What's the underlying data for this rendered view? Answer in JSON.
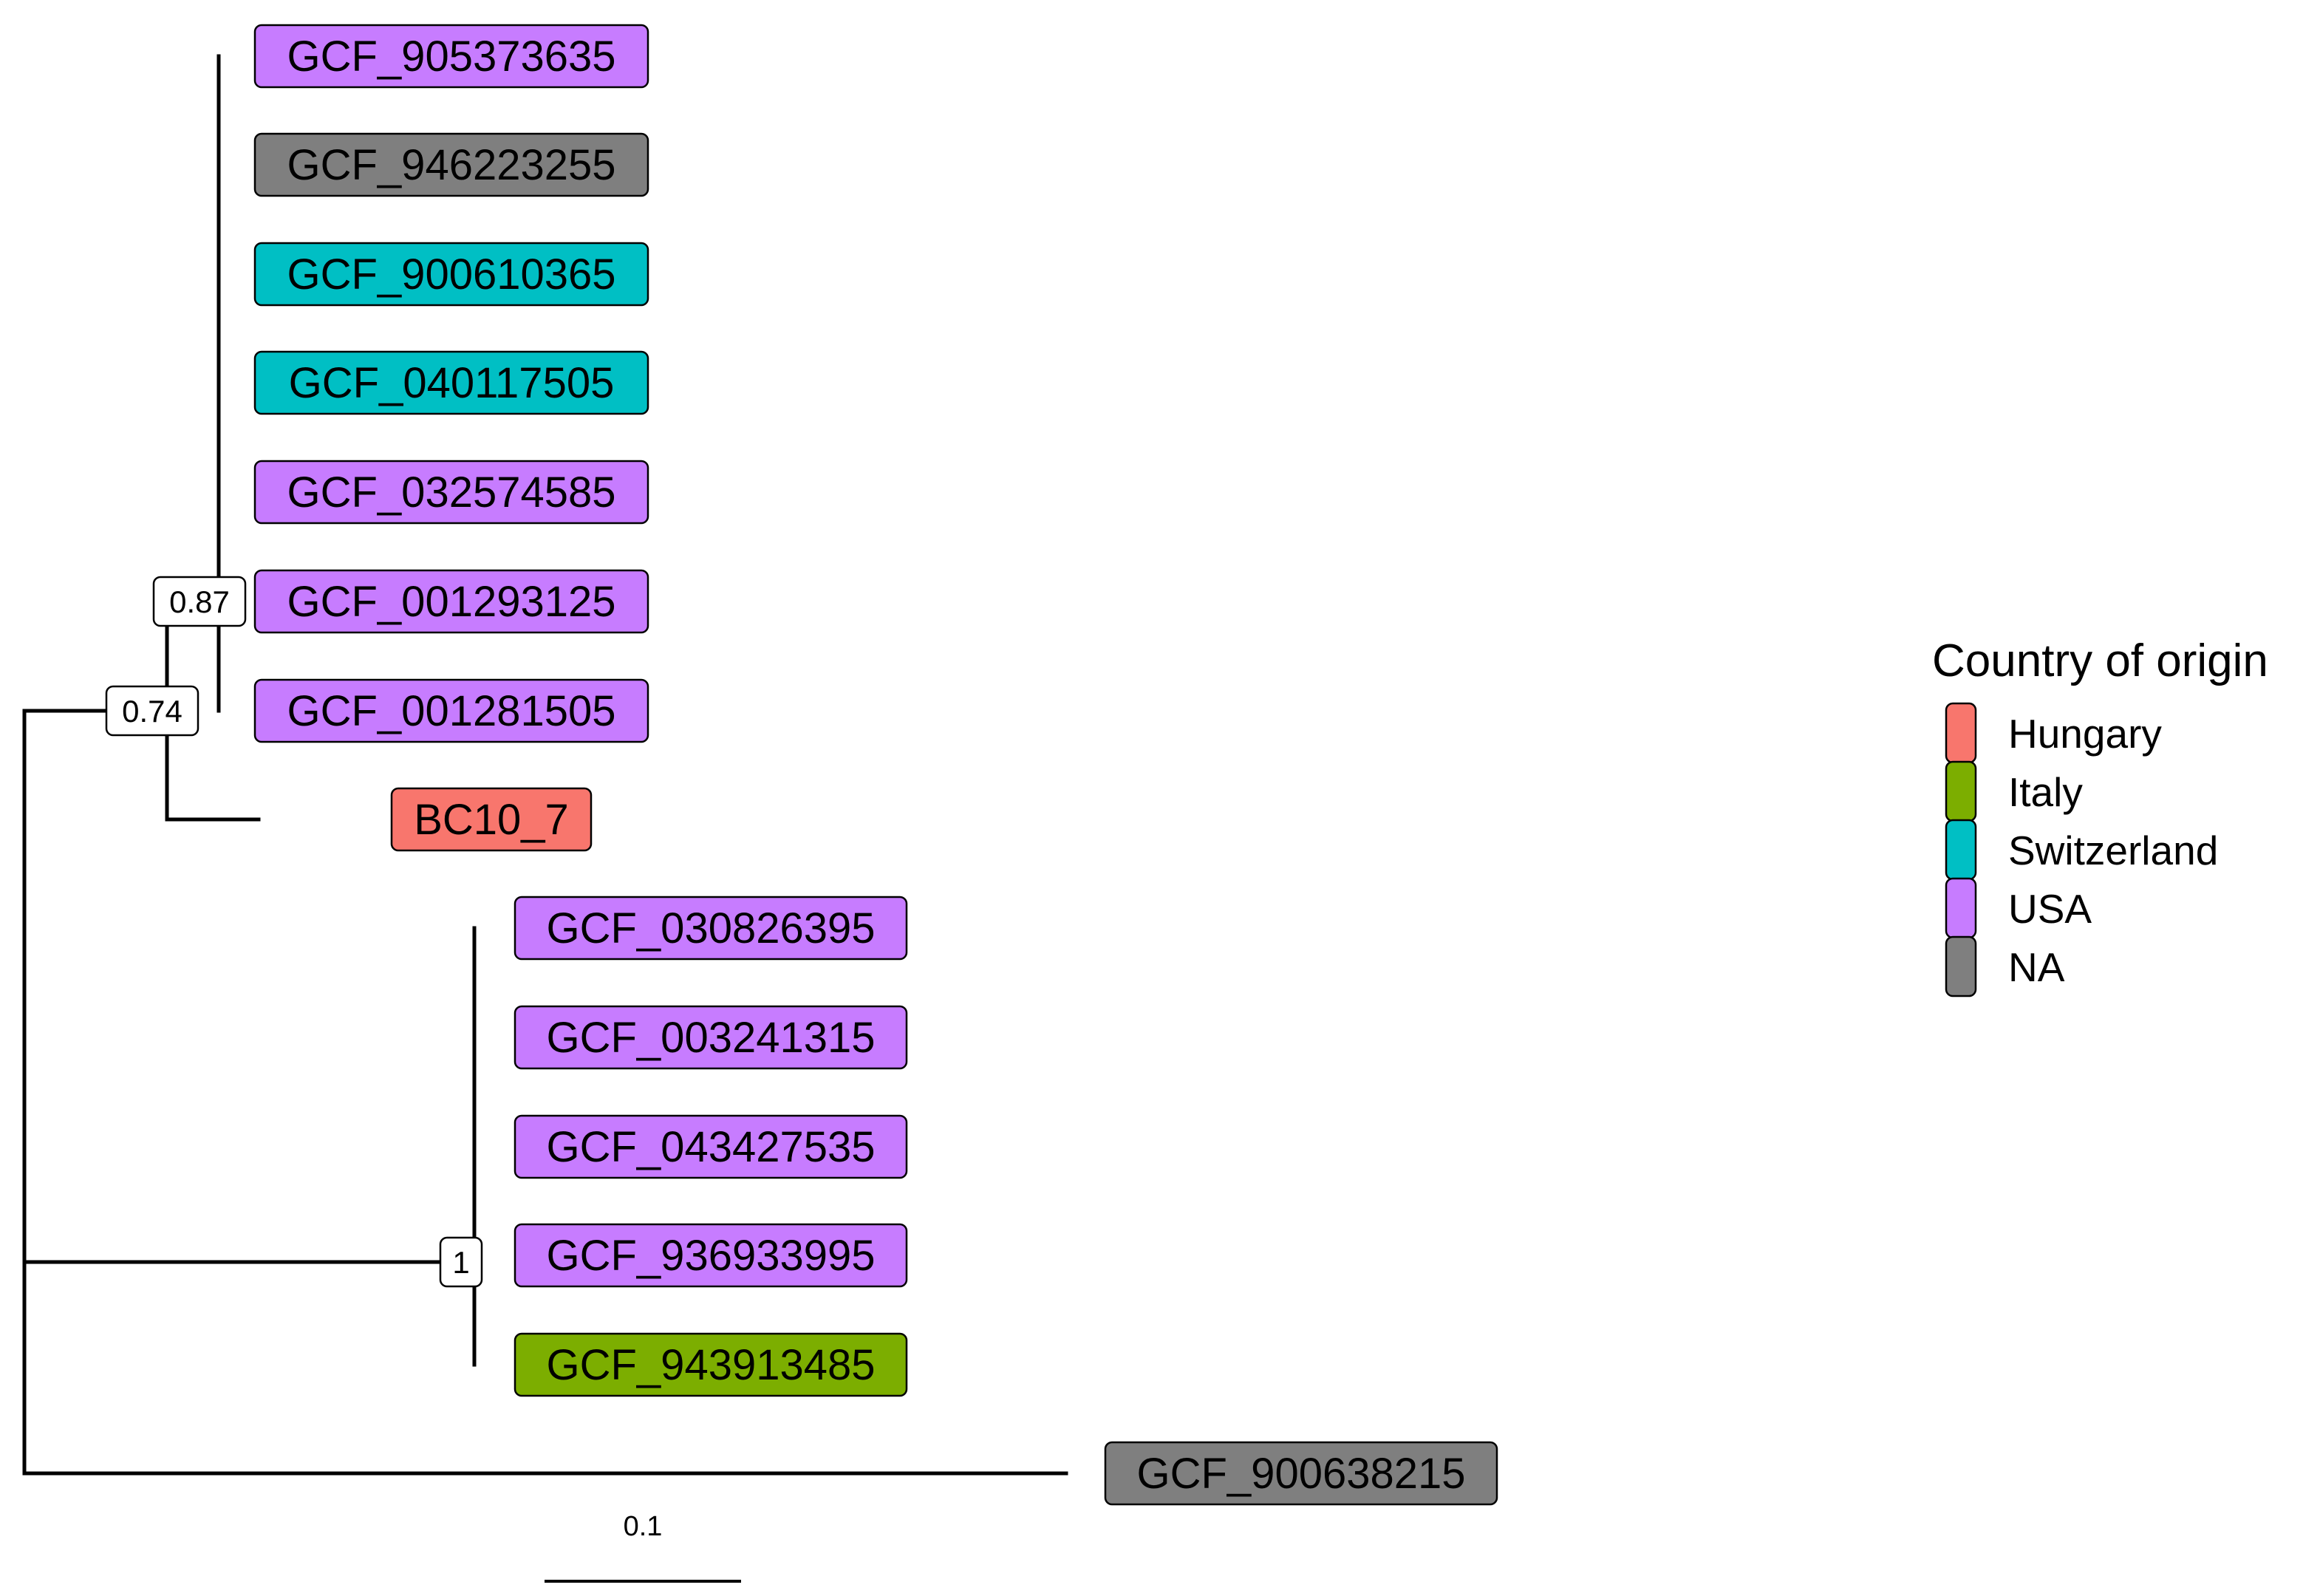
{
  "legend": {
    "title": "Country of origin",
    "items": [
      {
        "key": "Hungary",
        "label": "Hungary",
        "color": "#F8766D"
      },
      {
        "key": "Italy",
        "label": "Italy",
        "color": "#7CAE00"
      },
      {
        "key": "Switzerland",
        "label": "Switzerland",
        "color": "#00BFC4"
      },
      {
        "key": "USA",
        "label": "USA",
        "color": "#C77CFF"
      },
      {
        "key": "NA",
        "label": "NA",
        "color": "#7F7F7F"
      }
    ]
  },
  "tips": [
    {
      "id": "GCF_905373635",
      "country": "USA"
    },
    {
      "id": "GCF_946223255",
      "country": "NA"
    },
    {
      "id": "GCF_900610365",
      "country": "Switzerland"
    },
    {
      "id": "GCF_040117505",
      "country": "Switzerland"
    },
    {
      "id": "GCF_032574585",
      "country": "USA"
    },
    {
      "id": "GCF_001293125",
      "country": "USA"
    },
    {
      "id": "GCF_001281505",
      "country": "USA"
    },
    {
      "id": "BC10_7",
      "country": "Hungary"
    },
    {
      "id": "GCF_030826395",
      "country": "USA"
    },
    {
      "id": "GCF_003241315",
      "country": "USA"
    },
    {
      "id": "GCF_043427535",
      "country": "USA"
    },
    {
      "id": "GCF_936933995",
      "country": "USA"
    },
    {
      "id": "GCF_943913485",
      "country": "Italy"
    },
    {
      "id": "GCF_900638215",
      "country": "NA"
    }
  ],
  "support_values": [
    "0.87",
    "0.74",
    "1"
  ],
  "scale_bar": {
    "label": "0.1",
    "length": 0.1
  }
}
